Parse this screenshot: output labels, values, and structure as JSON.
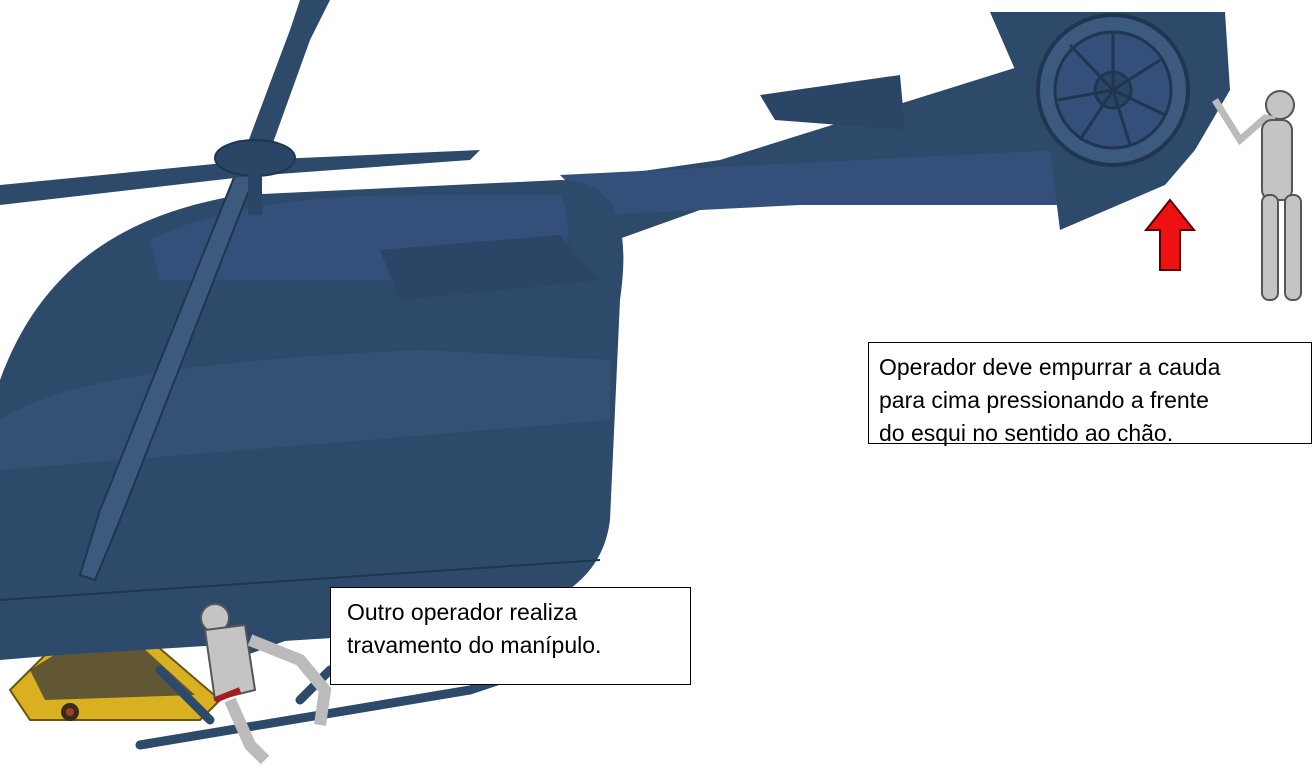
{
  "colors": {
    "fuselage": "#2e4a6b",
    "fuselage_light": "#3c5a7e",
    "fuselage_dark": "#1f3550",
    "arrow": "#ee1111",
    "figure": "#bdbdbd",
    "stand": "#d9b020"
  },
  "annotations": {
    "tail": {
      "lines": [
        "Operador deve empurrar a cauda",
        "para cima pressionando a frente",
        "do esqui no sentido ao chão."
      ]
    },
    "lock": {
      "lines": [
        "Outro operador realiza",
        "travamento do manípulo."
      ]
    }
  },
  "arrow": {
    "direction": "up",
    "icon": "red-up-arrow-icon"
  }
}
